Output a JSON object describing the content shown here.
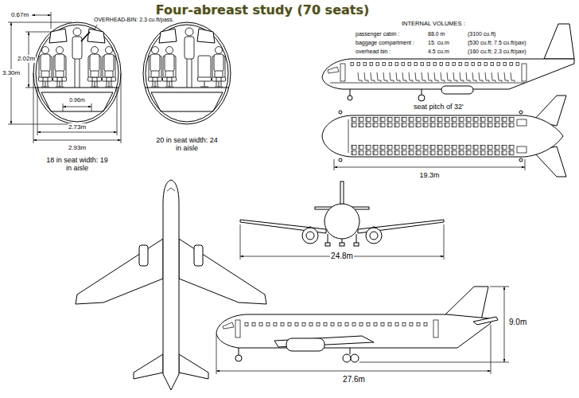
{
  "diagram": {
    "title": "Four-abreast study (70 seats)",
    "labels": [
      "0.67m",
      "OVERHEAD-BIN: 2.3 cu.ft/pass.",
      "INTERNAL VOLUMES :",
      "2.02m",
      "passenger cabin :",
      "88.0 m",
      "(3100 cu.ft)",
      "baggage compartment :",
      "15. cu.m",
      "(530 cu.ft; 7.5 cu.ft/pax)",
      "overhead bin :",
      "4.5 cu.m",
      "(160 cu.ft; 2.3 cu.ft/pax)",
      "3.30m",
      "0.96m",
      "seat pitch of 32'",
      "2.73m",
      "2.93m",
      "18 in seat width: 19 in aisle",
      "20 in seat width: 24 in aisle",
      "19.3m",
      "24.8m",
      "9.0m",
      "27.6m"
    ]
  }
}
